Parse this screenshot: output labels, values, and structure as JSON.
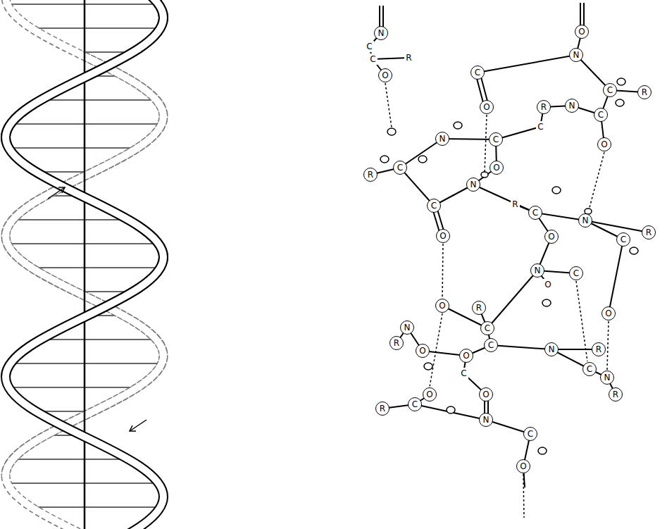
{
  "diagram": {
    "labels": [
      "N",
      "C",
      "C",
      "R",
      "O",
      "O",
      "N",
      "C",
      "C",
      "R",
      "O",
      "R",
      "N",
      "C",
      "C",
      "O",
      "N",
      "C",
      "C",
      "R",
      "O",
      "N",
      "C",
      "C",
      "R",
      "O",
      "N",
      "R",
      "C",
      "O",
      "O",
      "N",
      "C",
      "O",
      "R",
      "C",
      "O",
      "R",
      "N",
      "O",
      "C",
      "O",
      "C",
      "N",
      "R",
      "C",
      "N",
      "R",
      "O",
      "O",
      "R",
      "C",
      "N",
      "C",
      "O"
    ]
  }
}
